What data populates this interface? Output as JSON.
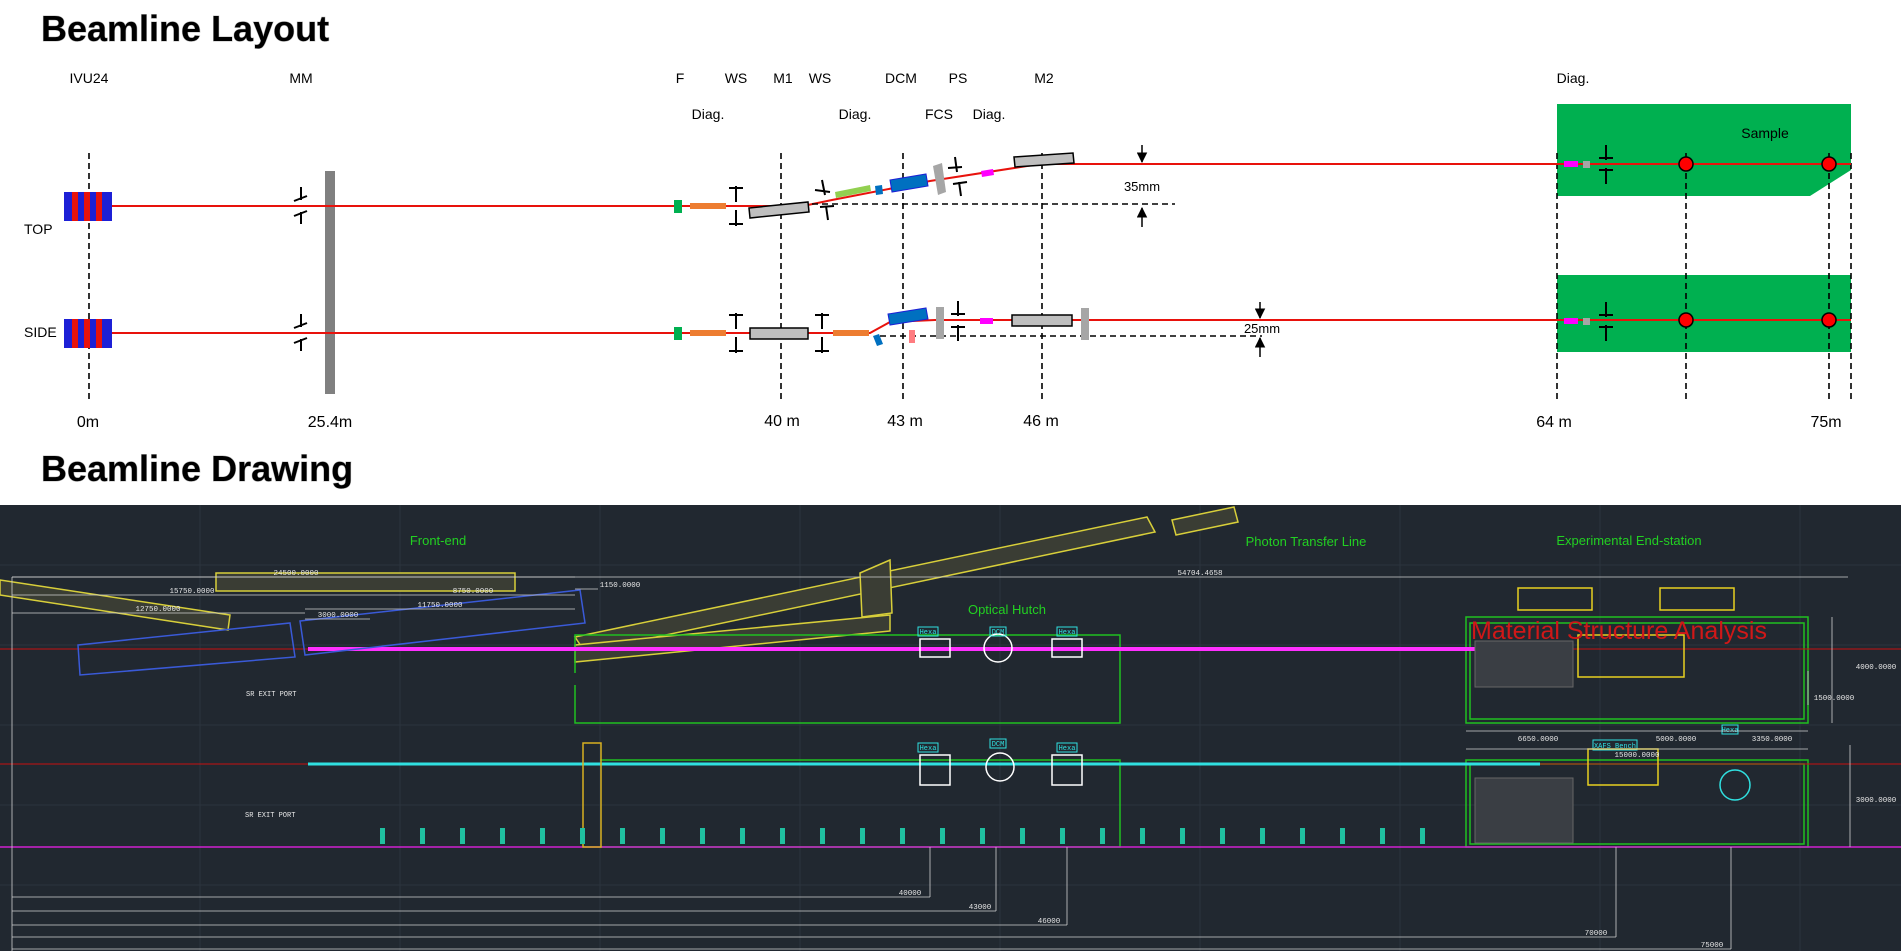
{
  "layout": {
    "title": "Beamline Layout",
    "top_labels": [
      "IVU24",
      "MM",
      "F",
      "WS",
      "M1",
      "WS",
      "DCM",
      "PS",
      "M2",
      "Diag."
    ],
    "second_labels": [
      "Diag.",
      "Diag.",
      "FCS",
      "Diag."
    ],
    "row_labels": {
      "top": "TOP",
      "side": "SIDE"
    },
    "sample_label": "Sample",
    "offset_top": "35mm",
    "offset_side": "25mm",
    "positions": [
      "0m",
      "25.4m",
      "40 m",
      "43 m",
      "46 m",
      "64 m",
      "75m"
    ]
  },
  "drawing": {
    "title": "Beamline Drawing",
    "section_labels": {
      "front_end": "Front-end",
      "optical_hutch": "Optical Hutch",
      "transfer": "Photon Transfer Line",
      "endstation": "Experimental End-station"
    },
    "station_name": "Material Structure Analysis",
    "port_labels": [
      "SR EXIT PORT",
      "SR EXIT PORT"
    ],
    "dims_top": [
      "24500.0000",
      "15750.0000",
      "8750.0000",
      "11750.0000",
      "12750.0000",
      "3000.0000",
      "1150.0000",
      "54704.4658"
    ],
    "dims_right": [
      "4000.0000",
      "1500.0000",
      "3000.0000"
    ],
    "dims_station": [
      "6650.0000",
      "5000.0000",
      "3350.0000",
      "15000.0000"
    ],
    "dims_bottom": [
      "40000",
      "43000",
      "46000",
      "70000",
      "75000"
    ],
    "small_tags": [
      "Hexa",
      "DCM",
      "Hexa",
      "Hexa",
      "DCM",
      "Hexa",
      "XAFS Bench",
      "Hexa"
    ]
  },
  "colors": {
    "beam": "#e8120c",
    "undulator_blue": "#1d20d6",
    "undulator_red": "#e8120c",
    "hutch_green": "#00b050",
    "mirror_gray": "#bfbfbf",
    "drawing_bg": "#212830"
  }
}
